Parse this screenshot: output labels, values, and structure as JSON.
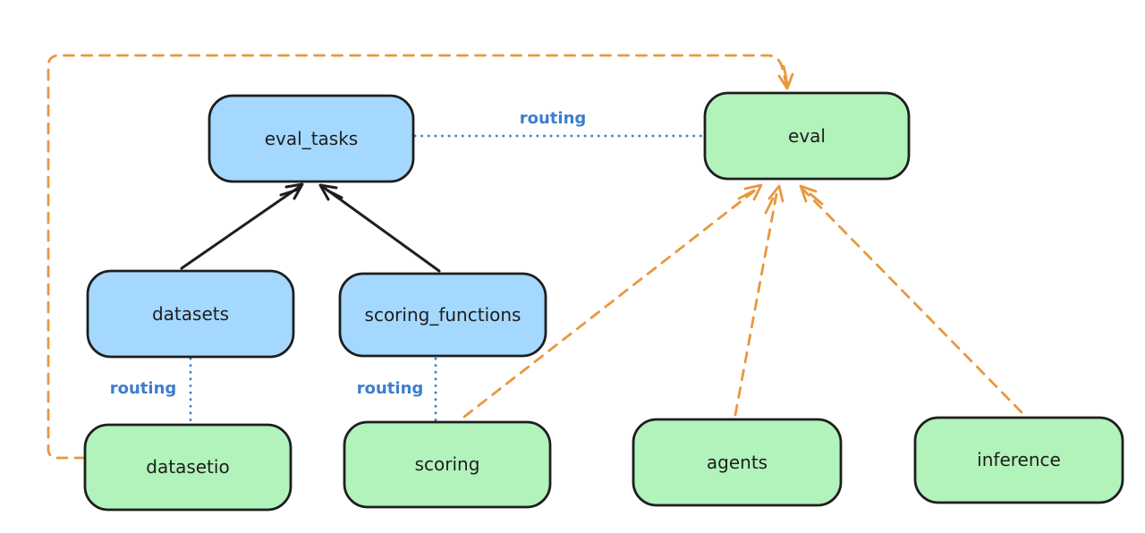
{
  "colors": {
    "background": "#ffffff",
    "node_stroke": "#1e1e1e",
    "blue_fill": "#a5d8ff",
    "green_fill": "#b2f2bb",
    "routing_blue": "#3e7dcc",
    "arrow_orange": "#e8983e",
    "arrow_black": "#1e1e1e"
  },
  "nodes": {
    "eval_tasks": {
      "label": "eval_tasks",
      "color": "blue"
    },
    "eval": {
      "label": "eval",
      "color": "green"
    },
    "datasets": {
      "label": "datasets",
      "color": "blue"
    },
    "scoring_functions": {
      "label": "scoring_functions",
      "color": "blue"
    },
    "datasetio": {
      "label": "datasetio",
      "color": "green"
    },
    "scoring": {
      "label": "scoring",
      "color": "green"
    },
    "agents": {
      "label": "agents",
      "color": "green"
    },
    "inference": {
      "label": "inference",
      "color": "green"
    }
  },
  "edges": [
    {
      "from": "datasets",
      "to": "eval_tasks",
      "style": "solid-arrow",
      "color": "black",
      "label": ""
    },
    {
      "from": "scoring_functions",
      "to": "eval_tasks",
      "style": "solid-arrow",
      "color": "black",
      "label": ""
    },
    {
      "from": "eval_tasks",
      "to": "eval",
      "style": "dotted-line",
      "color": "blue",
      "label": "routing"
    },
    {
      "from": "datasets",
      "to": "datasetio",
      "style": "dotted-line",
      "color": "blue",
      "label": "routing"
    },
    {
      "from": "scoring_functions",
      "to": "scoring",
      "style": "dotted-line",
      "color": "blue",
      "label": "routing"
    },
    {
      "from": "datasetio",
      "to": "eval",
      "style": "dashed-arrow",
      "color": "orange",
      "label": ""
    },
    {
      "from": "scoring",
      "to": "eval",
      "style": "dashed-arrow",
      "color": "orange",
      "label": ""
    },
    {
      "from": "agents",
      "to": "eval",
      "style": "dashed-arrow",
      "color": "orange",
      "label": ""
    },
    {
      "from": "inference",
      "to": "eval",
      "style": "dashed-arrow",
      "color": "orange",
      "label": ""
    }
  ]
}
